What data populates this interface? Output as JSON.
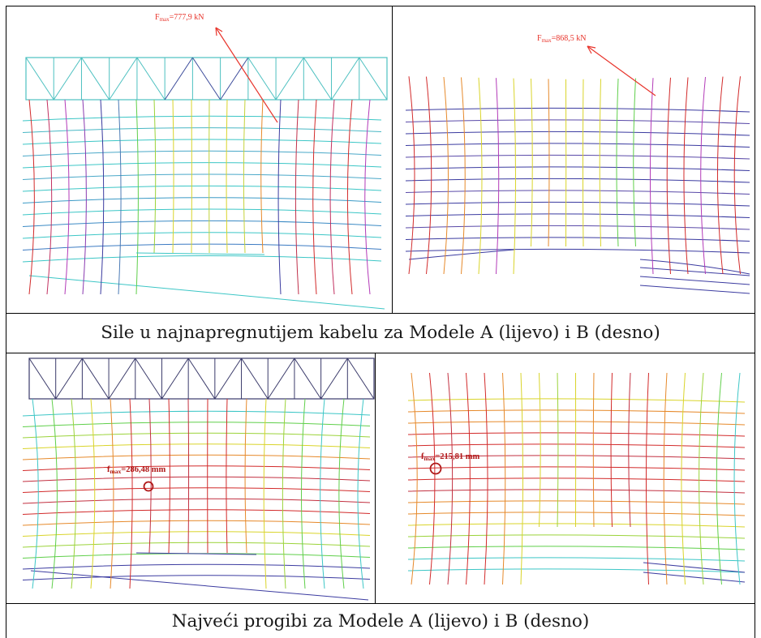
{
  "top_row": {
    "caption": "Sile u najnapregnutijem kabelu za Modele A (lijevo) i B (desno)",
    "left_label": {
      "main": "F",
      "sub": "max",
      "rest": "=777,9 kN"
    },
    "right_label": {
      "main": "F",
      "sub": "max",
      "rest": "=868,5 kN"
    }
  },
  "bottom_row": {
    "caption": "Najveći progibi za Modele A (lijevo) i B (desno)",
    "left_label": {
      "main": "f",
      "sub": "max",
      "rest": "=286,48 mm"
    },
    "right_label": {
      "main": "f",
      "sub": "max",
      "rest": "=215,81 mm"
    }
  },
  "colors": {
    "force_annotation": "#e8342b",
    "deflection_annotation": "#b01818",
    "truss_top": "#4cc0c0",
    "truss_bottom": "#3a3a6a"
  }
}
